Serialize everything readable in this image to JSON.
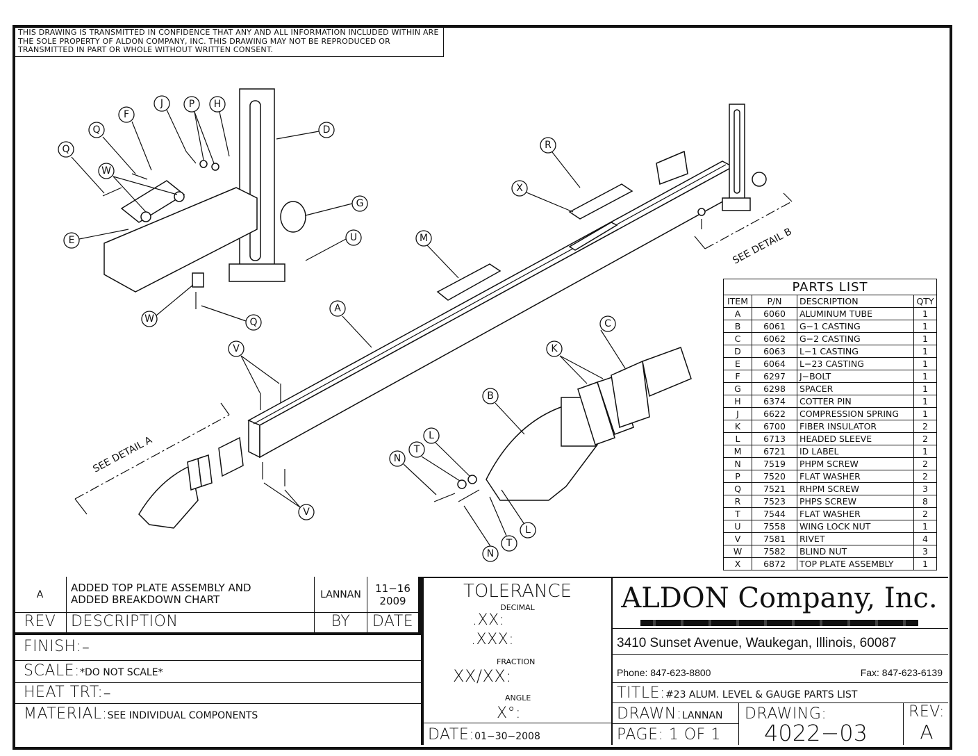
{
  "confidentiality_notice": "THIS DRAWING IS TRANSMITTED IN CONFIDENCE THAT ANY AND ALL INFORMATION INCLUDED WITHIN ARE THE SOLE PROPERTY OF ALDON COMPANY, INC. THIS DRAWING MAY NOT BE REPRODUCED OR TRANSMITTED IN PART OR WHOLE WITHOUT WRITTEN CONSENT.",
  "callouts": {
    "J": "J",
    "P": "P",
    "H": "H",
    "F": "F",
    "Q": "Q",
    "W": "W",
    "E": "E",
    "D": "D",
    "G": "G",
    "U": "U",
    "A": "A",
    "M": "M",
    "R": "R",
    "X": "X",
    "V": "V",
    "B": "B",
    "K": "K",
    "C": "C",
    "L": "L",
    "T": "T",
    "N": "N"
  },
  "detail_labels": {
    "a": "SEE DETAIL A",
    "b": "SEE DETAIL B"
  },
  "parts_list": {
    "title": "PARTS LIST",
    "headers": [
      "ITEM",
      "P/N",
      "DESCRIPTION",
      "QTY"
    ],
    "rows": [
      [
        "A",
        "6060",
        "ALUMINUM TUBE",
        "1"
      ],
      [
        "B",
        "6061",
        "G−1 CASTING",
        "1"
      ],
      [
        "C",
        "6062",
        "G−2 CASTING",
        "1"
      ],
      [
        "D",
        "6063",
        "L−1 CASTING",
        "1"
      ],
      [
        "E",
        "6064",
        "L−23 CASTING",
        "1"
      ],
      [
        "F",
        "6297",
        "J−BOLT",
        "1"
      ],
      [
        "G",
        "6298",
        "SPACER",
        "1"
      ],
      [
        "H",
        "6374",
        "COTTER PIN",
        "1"
      ],
      [
        "J",
        "6622",
        "COMPRESSION SPRING",
        "1"
      ],
      [
        "K",
        "6700",
        "FIBER INSULATOR",
        "2"
      ],
      [
        "L",
        "6713",
        "HEADED SLEEVE",
        "2"
      ],
      [
        "M",
        "6721",
        "ID LABEL",
        "1"
      ],
      [
        "N",
        "7519",
        "PHPM SCREW",
        "2"
      ],
      [
        "P",
        "7520",
        "FLAT WASHER",
        "2"
      ],
      [
        "Q",
        "7521",
        "RHPM SCREW",
        "3"
      ],
      [
        "R",
        "7523",
        "PHPS SCREW",
        "8"
      ],
      [
        "T",
        "7544",
        "FLAT WASHER",
        "2"
      ],
      [
        "U",
        "7558",
        "WING LOCK NUT",
        "1"
      ],
      [
        "V",
        "7581",
        "RIVET",
        "4"
      ],
      [
        "W",
        "7582",
        "BLIND NUT",
        "3"
      ],
      [
        "X",
        "6872",
        "TOP PLATE ASSEMBLY",
        "1"
      ]
    ]
  },
  "revision": {
    "rev": "A",
    "description_line1": "ADDED TOP PLATE ASSEMBLY AND",
    "description_line2": "ADDED BREAKDOWN CHART",
    "by": "LANNAN",
    "date_line1": "11−16",
    "date_line2": "2009",
    "headers": {
      "rev": "REV",
      "description": "DESCRIPTION",
      "by": "BY",
      "date": "DATE"
    }
  },
  "specs": {
    "finish_label": "FINISH:",
    "finish_value": "−",
    "scale_label": "SCALE:",
    "scale_value": "*DO NOT SCALE*",
    "heat_label": "HEAT TRT:",
    "heat_value": "−",
    "material_label": "MATERIAL:",
    "material_value": "SEE INDIVIDUAL COMPONENTS"
  },
  "tolerance": {
    "title": "TOLERANCE",
    "decimal": "DECIMAL",
    "xx": ".XX:",
    "xxx": ".XXX:",
    "fraction": "FRACTION",
    "frac_val": "XX/XX:",
    "angle": "ANGLE",
    "angle_val": "X°:",
    "date_label": "DATE:",
    "date_value": "01−30−2008"
  },
  "company": {
    "name": "ALDON Company, Inc.",
    "address": "3410 Sunset Avenue, Waukegan, Illinois, 60087",
    "phone": "Phone: 847-623-8800",
    "fax": "Fax: 847-623-6139",
    "title_label": "TITLE:",
    "title_value": "#23 ALUM. LEVEL & GAUGE PARTS LIST",
    "drawn_label": "DRAWN:",
    "drawn_value": "LANNAN",
    "page": "PAGE: 1 OF 1",
    "drawing_label": "DRAWING:",
    "drawing_value": "4022−03",
    "rev_label": "REV:",
    "rev_value": "A"
  }
}
